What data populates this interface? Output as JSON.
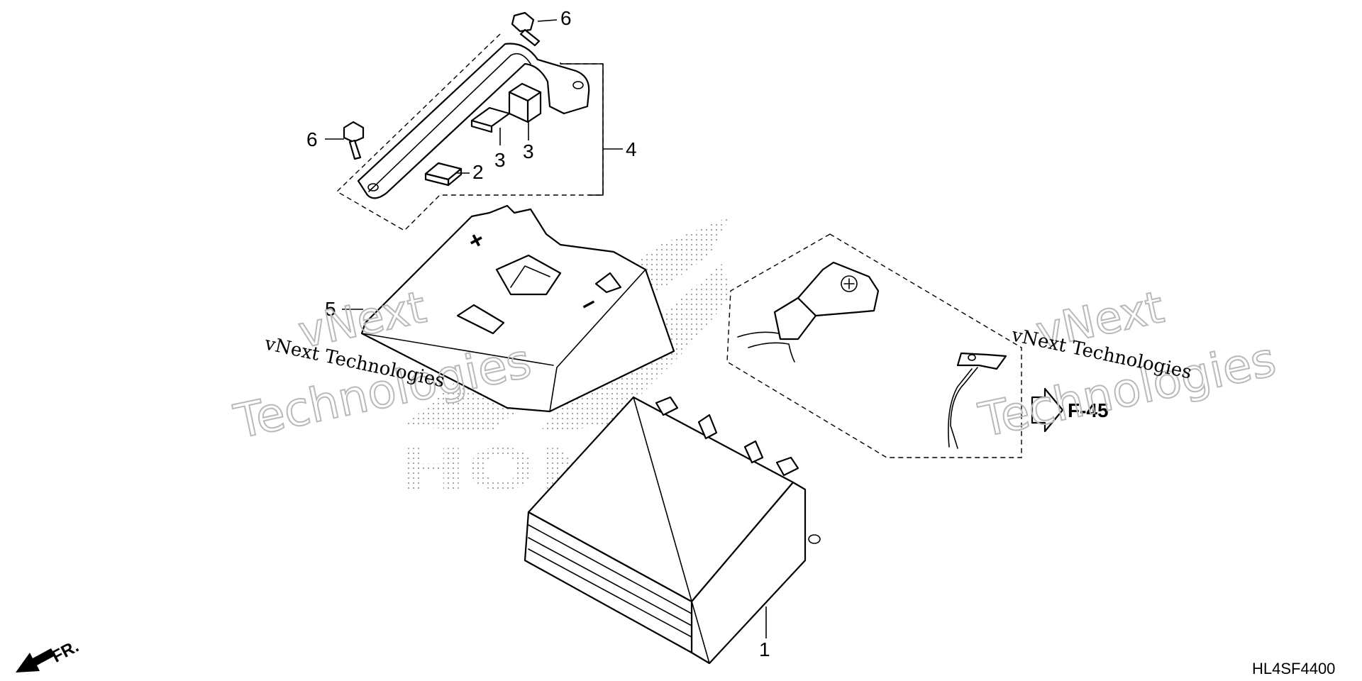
{
  "diagram": {
    "callouts": {
      "c1": "1",
      "c2": "2",
      "c3a": "3",
      "c3b": "3",
      "c4": "4",
      "c5": "5",
      "c6a": "6",
      "c6b": "6"
    },
    "terminal_plus": "+",
    "terminal_minus": "–",
    "reference_link": "F-45",
    "front_marker": "FR.",
    "diagram_code": "HL4SF4400",
    "brand_watermark": "HONDA",
    "watermarks": [
      {
        "line1": "vNext",
        "line2": "Technologies",
        "caption": "vNext Technologies"
      },
      {
        "line1": "vNext",
        "line2": "Technologies",
        "caption": "vNext Technologies"
      }
    ]
  }
}
